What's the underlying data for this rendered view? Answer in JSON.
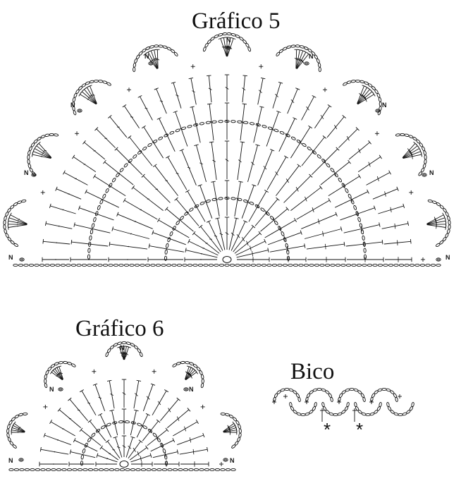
{
  "chart5": {
    "title": "Gráfico 5",
    "marker": "N"
  },
  "chart6": {
    "title": "Gráfico 6",
    "marker": "N"
  },
  "bico": {
    "title": "Bico",
    "star": "*"
  }
}
